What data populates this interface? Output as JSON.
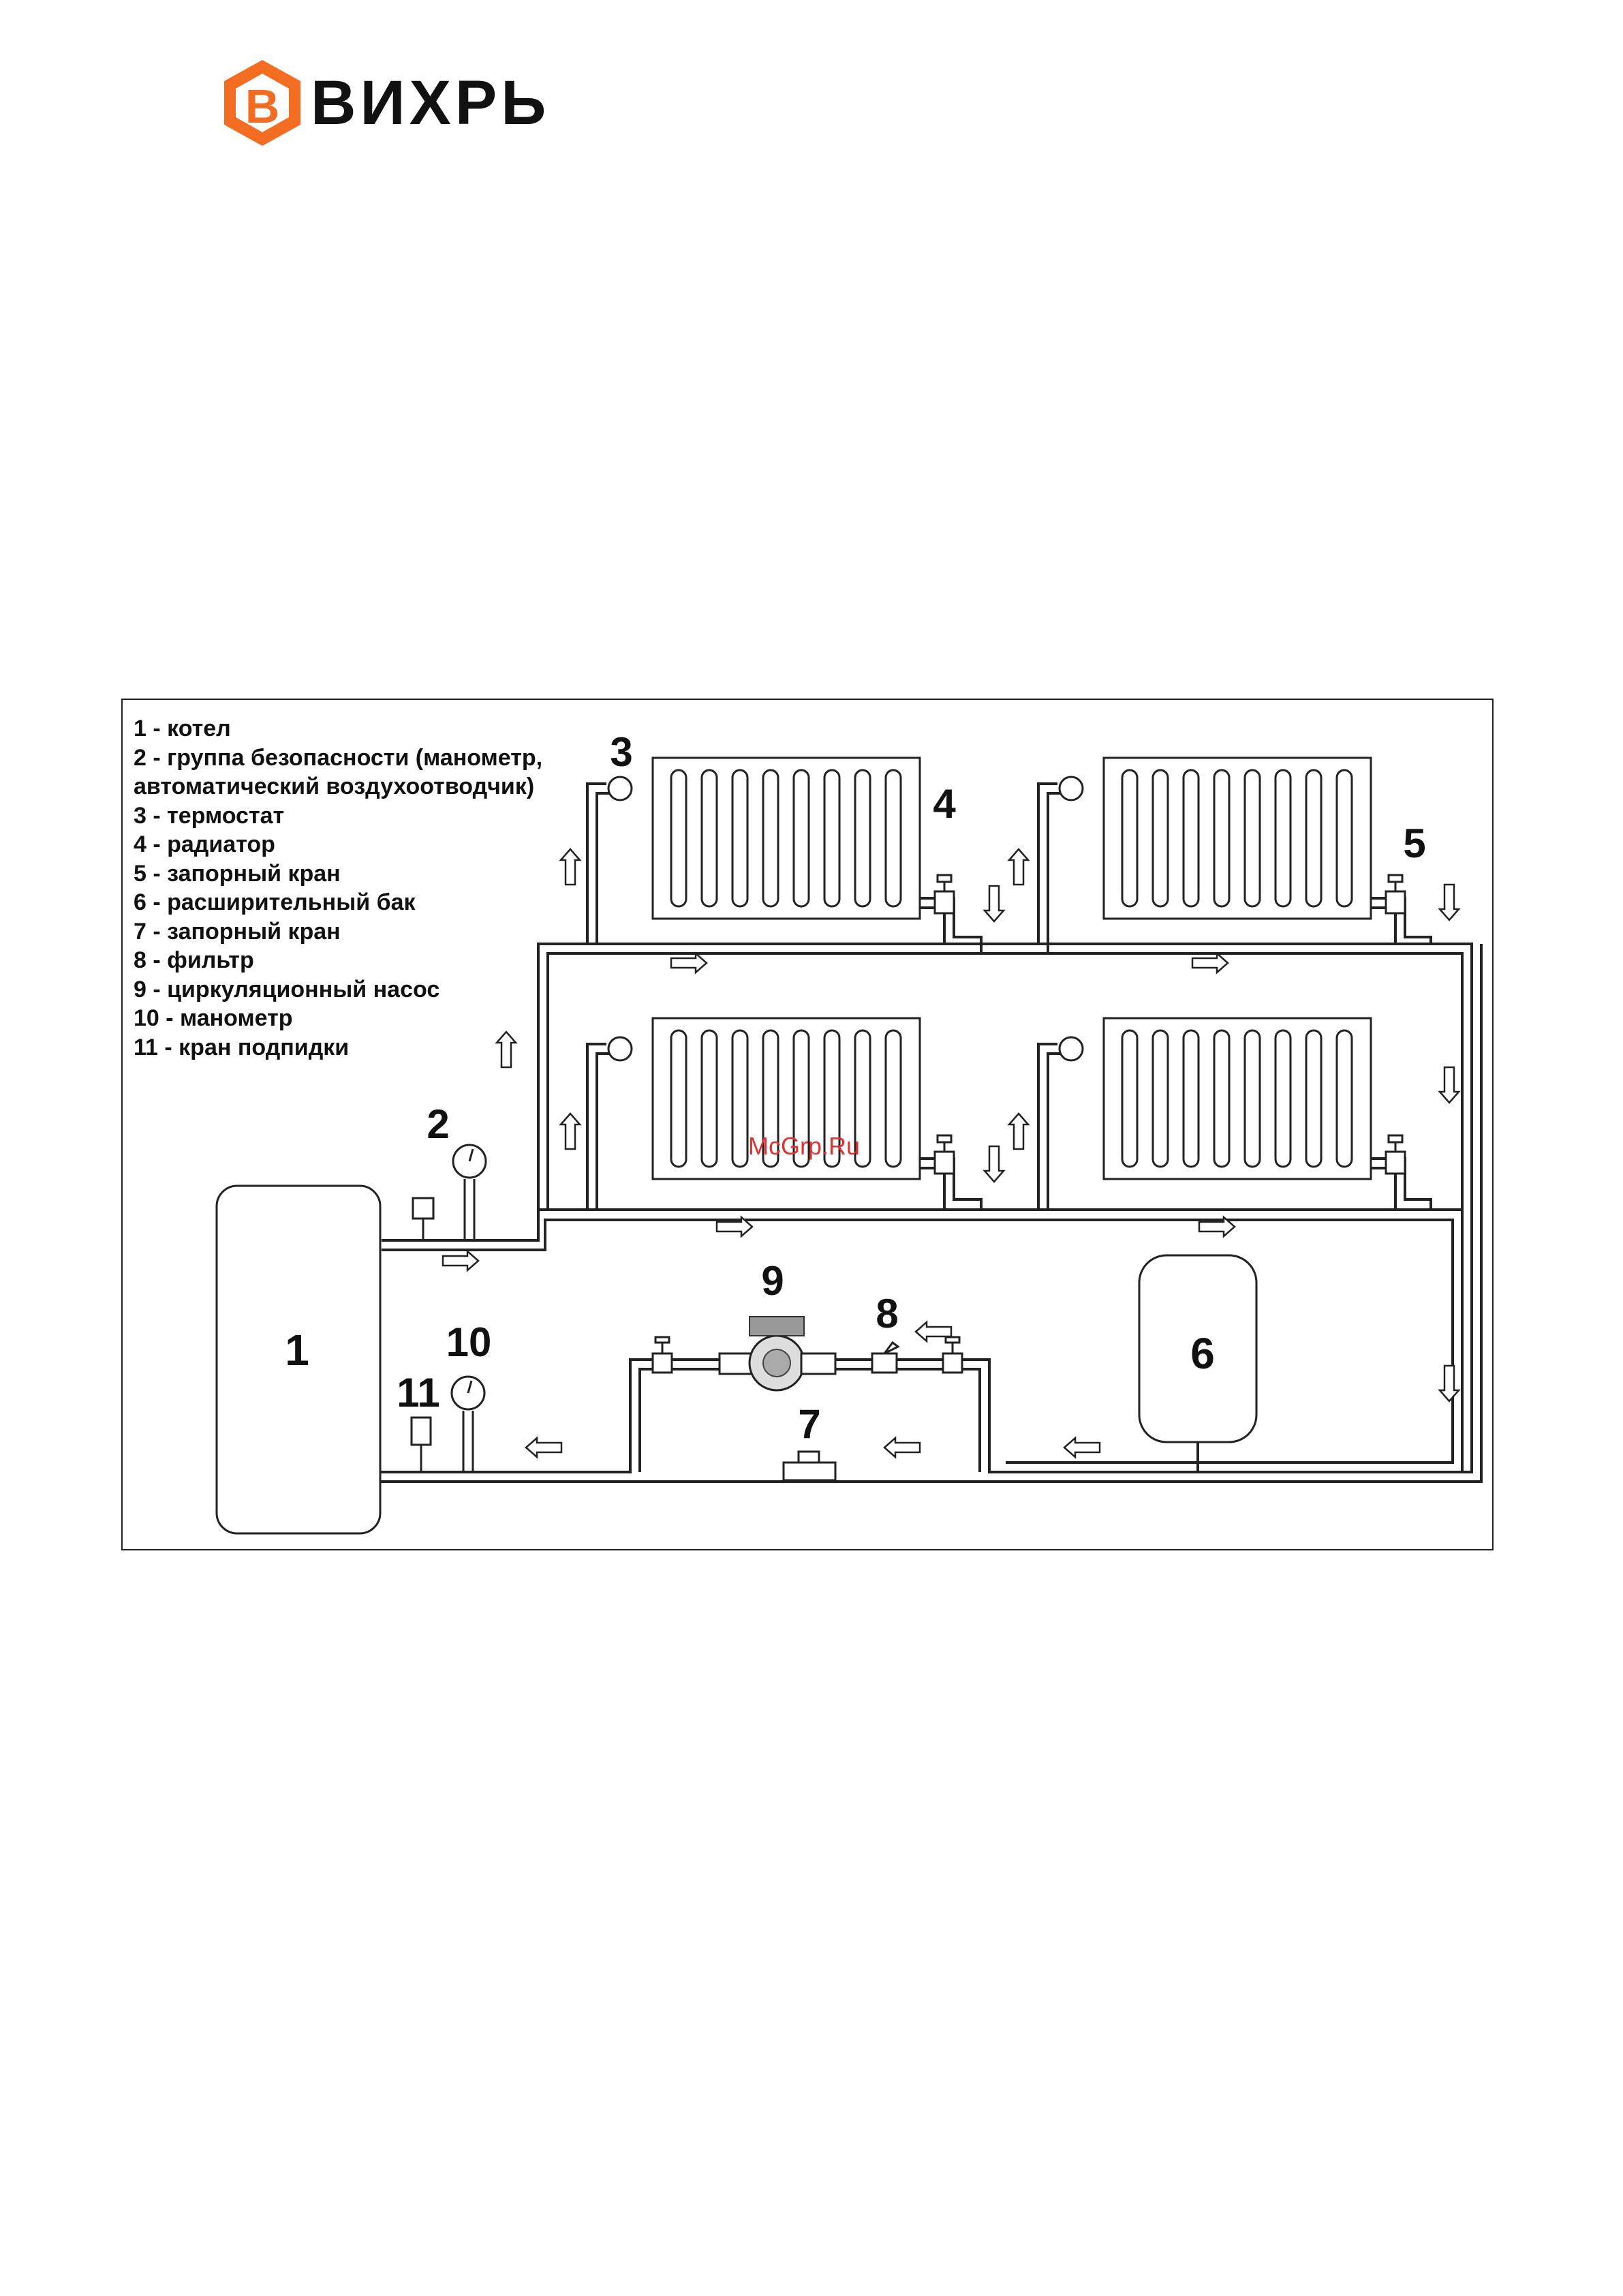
{
  "brand": {
    "name": "ВИХРЬ",
    "logo_letter": "В",
    "accent_color": "#f26c22"
  },
  "diagram": {
    "legend": [
      "1 - котел",
      "2 - группа безопасности (манометр,",
      "автоматический воздухоотводчик)",
      "3 - термостат",
      "4 - радиатор",
      "5 - запорный кран",
      "6 - расширительный бак",
      "7 - запорный кран",
      "8 - фильтр",
      "9 - циркуляционный насос",
      "10 - манометр",
      "11 - кран подпидки"
    ],
    "labels": {
      "boiler": "1",
      "safety_group": "2",
      "thermostat": "3",
      "radiator": "4",
      "shutoff_valve_radiator": "5",
      "expansion_tank": "6",
      "shutoff_valve": "7",
      "filter": "8",
      "pump": "9",
      "manometer": "10",
      "feed_valve": "11"
    },
    "watermark": "McGrp.Ru"
  }
}
